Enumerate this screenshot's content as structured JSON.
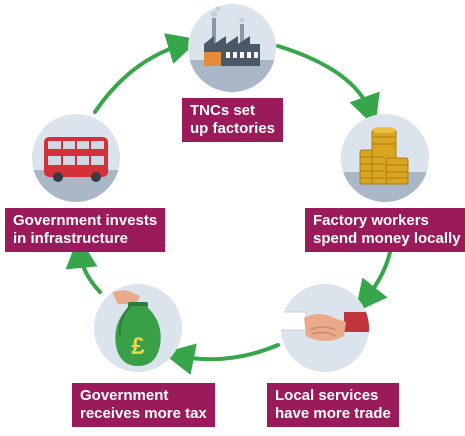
{
  "colors": {
    "label_bg": "#9b1a5a",
    "arrow": "#37a64b",
    "circle": "#dbe3ec",
    "ground": "#a9b7c7"
  },
  "steps": [
    {
      "icon": "factory-icon",
      "line1": "TNCs set",
      "line2": "up factories"
    },
    {
      "icon": "coins-icon",
      "line1": "Factory workers",
      "line2": "spend money locally"
    },
    {
      "icon": "handshake-icon",
      "line1": "Local services",
      "line2": "have more trade"
    },
    {
      "icon": "money-bag-icon",
      "line1": "Government",
      "line2": "receives more tax"
    },
    {
      "icon": "bus-icon",
      "line1": "Government invests",
      "line2": "in infrastructure"
    }
  ],
  "money_bag_symbol": "£"
}
